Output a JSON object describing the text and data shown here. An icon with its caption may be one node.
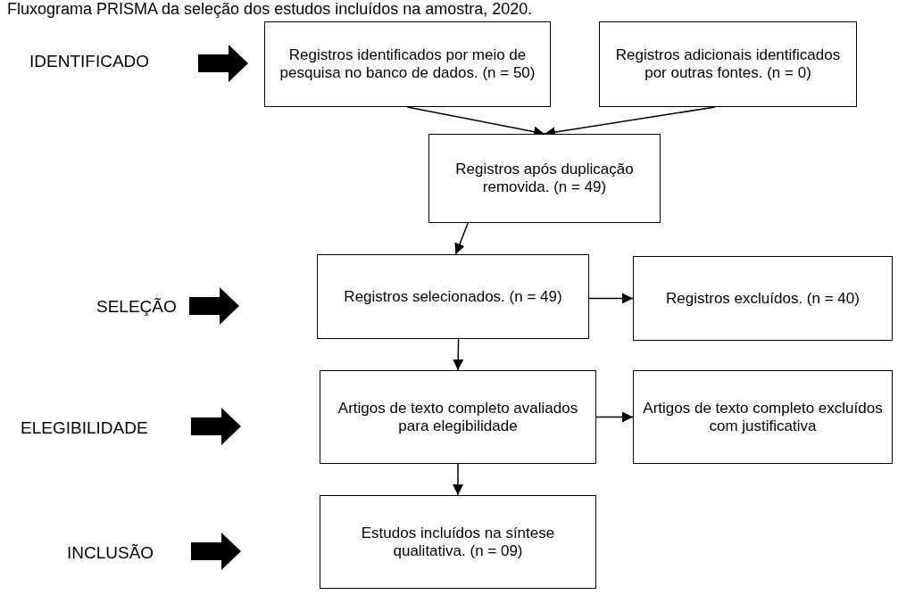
{
  "diagram": {
    "title": "Fluxograma PRISMA da seleção dos estudos incluídos na amostra, 2020.",
    "nodes": [
      {
        "text": [
          "Registros identificados por meio de pesquisa no banco de dados. (n = 50)"
        ]
      },
      {
        "text": [
          "Registros adicionais identificados por outras fontes. (n = 0)"
        ]
      },
      {
        "text": [
          "Registros após duplicação removida. (n = 49)"
        ]
      },
      {
        "text": [
          "Registros selecionados. (n = 49)"
        ]
      },
      {
        "text": [
          "Registros excluídos. (n = 40)"
        ]
      },
      {
        "text": [
          "Artigos de texto completo avaliados para elegibilidade"
        ]
      },
      {
        "text": [
          "Artigos de texto completo excluídos com justificativa"
        ]
      },
      {
        "text": [
          "Estudos incluídos na síntese qualitativa. (n = 09)"
        ]
      }
    ],
    "edges": [
      {
        "from": 0,
        "to": 2,
        "arrow": "to"
      },
      {
        "from": 1,
        "to": 2,
        "arrow": "to"
      },
      {
        "from": 2,
        "to": 3,
        "arrow": "to"
      },
      {
        "from": 3,
        "to": 4,
        "arrow": "to"
      },
      {
        "from": 3,
        "to": 5,
        "arrow": "to"
      },
      {
        "from": 5,
        "to": 6,
        "arrow": "to"
      },
      {
        "from": 5,
        "to": 7,
        "arrow": "to"
      }
    ],
    "labels": [
      "IDENTIFICADO",
      "SELEÇÃO",
      "ELEGIBILIDADE",
      "INCLUSÃO"
    ]
  }
}
